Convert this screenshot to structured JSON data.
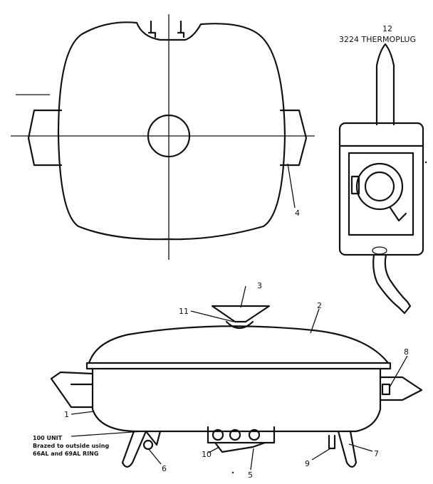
{
  "thermoplug": {
    "number": "12",
    "title": "3224 THERMOPLUG"
  },
  "note": {
    "line1": "100 UNIT",
    "line2": "Brazed to outside using",
    "line3": "66AL and 69AL RING"
  },
  "callouts": {
    "c1": "1",
    "c2": "2",
    "c3": "3",
    "c4": "4",
    "c5": "5",
    "c6": "6",
    "c7": "7",
    "c8": "8",
    "c9": "9",
    "c10": "10",
    "c11": "11"
  }
}
